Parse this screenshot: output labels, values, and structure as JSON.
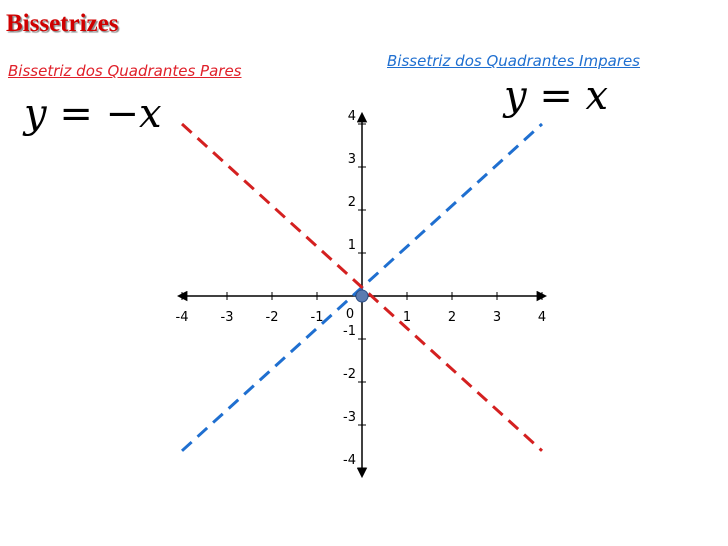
{
  "header": {
    "title": "Bissetrizes",
    "subtitle_pares": "Bissetriz dos Quadrantes Pares",
    "subtitle_impares": "Bissetriz dos Quadrantes Impares",
    "equation_pares": "y = −x",
    "equation_impares": "y = x"
  },
  "colors": {
    "title": "#d00000",
    "pares": "#d42020",
    "impares": "#1f6fd0",
    "axis": "#000000",
    "origin_point": "#5b7bb0"
  },
  "chart_data": {
    "type": "line",
    "grid": false,
    "legend": "none",
    "xlim": [
      -4,
      4
    ],
    "ylim": [
      -4,
      4
    ],
    "x_ticks": [
      -4,
      -3,
      -2,
      -1,
      0,
      1,
      2,
      3,
      4
    ],
    "y_ticks": [
      -4,
      -3,
      -2,
      -1,
      1,
      2,
      3,
      4
    ],
    "origin_label": "0",
    "series": [
      {
        "name": "y = x",
        "style": "dashed",
        "color": "#1f6fd0",
        "points": [
          [
            -4,
            -3.6
          ],
          [
            4,
            4
          ]
        ]
      },
      {
        "name": "y = −x",
        "style": "dashed",
        "color": "#d42020",
        "points": [
          [
            -4,
            4
          ],
          [
            4,
            -3.6
          ]
        ]
      }
    ],
    "marker": {
      "x": 0,
      "y": 0
    }
  }
}
